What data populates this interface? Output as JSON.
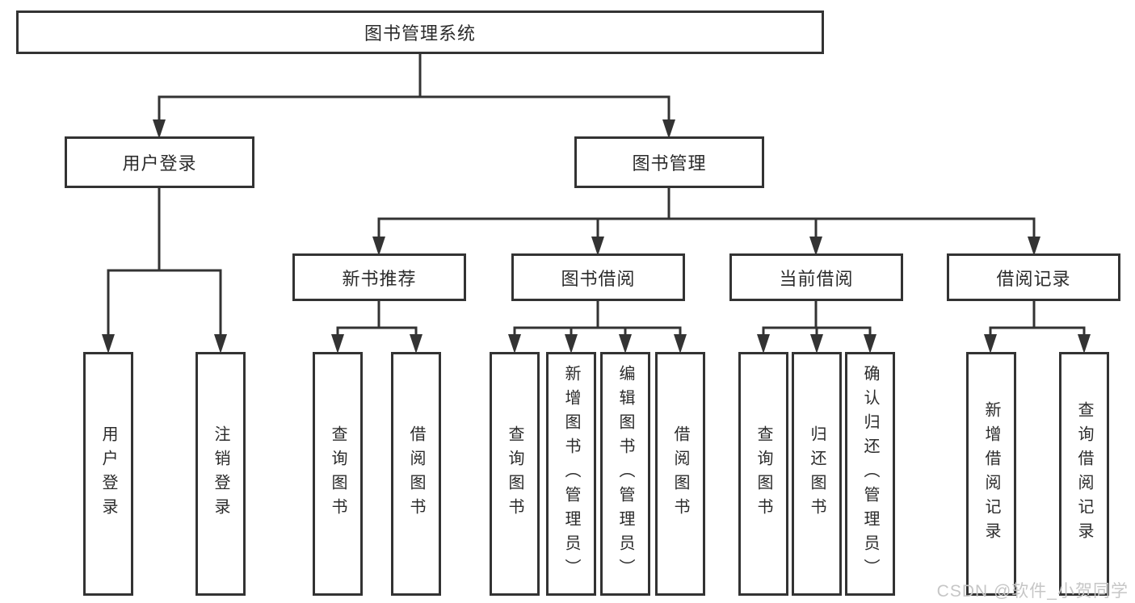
{
  "diagram_title": "图书管理系统",
  "nodes": {
    "root": "图书管理系统",
    "user_login": "用户登录",
    "book_management": "图书管理",
    "new_book_recommend": "新书推荐",
    "book_borrow": "图书借阅",
    "current_borrow": "当前借阅",
    "borrow_records": "借阅记录",
    "leaf_user_login": "用户登录",
    "leaf_logout": "注销登录",
    "leaf_query_books_a": "查询图书",
    "leaf_borrow_books_a": "借阅图书",
    "leaf_query_books_b": "查询图书",
    "leaf_add_books": "新增图书（管理员）",
    "leaf_edit_books": "编辑图书（管理员）",
    "leaf_borrow_books_b": "借阅图书",
    "leaf_query_books_c": "查询图书",
    "leaf_return_books": "归还图书",
    "leaf_confirm_return": "确认归还（管理员）",
    "leaf_add_borrow_record": "新增借阅记录",
    "leaf_query_borrow_record": "查询借阅记录"
  },
  "hierarchy": {
    "图书管理系统": {
      "用户登录": [
        "用户登录",
        "注销登录"
      ],
      "图书管理": {
        "新书推荐": [
          "查询图书",
          "借阅图书"
        ],
        "图书借阅": [
          "查询图书",
          "新增图书（管理员）",
          "编辑图书（管理员）",
          "借阅图书"
        ],
        "当前借阅": [
          "查询图书",
          "归还图书",
          "确认归还（管理员）"
        ],
        "借阅记录": [
          "新增借阅记录",
          "查询借阅记录"
        ]
      }
    }
  },
  "watermark": "CSDN @软件_小贺同学",
  "colors": {
    "line": "#333333",
    "text": "#2b2b2b",
    "box_background": "#ffffff",
    "watermark": "#c6c6c6",
    "background": "#ffffff"
  }
}
